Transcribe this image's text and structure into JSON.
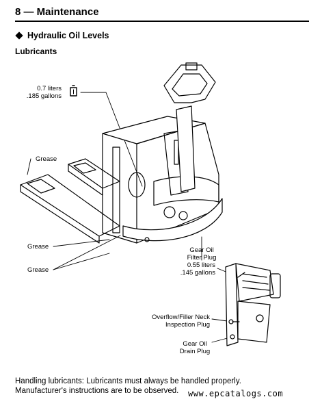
{
  "header": {
    "title": "8 — Maintenance"
  },
  "section": {
    "title": "Hydraulic Oil Levels"
  },
  "subsection": {
    "title": "Lubricants"
  },
  "labels": {
    "oil_volume_l": "0.7 liters",
    "oil_volume_gal": ".185 gallons",
    "grease_top": "Grease",
    "grease_mid": "Grease",
    "grease_bottom": "Grease",
    "gear_filter_1": "Gear Oil",
    "gear_filter_2": "Filter Plug",
    "gear_liters": "0.55 liters",
    "gear_gallons": ".145 gallons",
    "overflow_1": "Overflow/Filler Neck",
    "overflow_2": "Inspection Plug",
    "drain_1": "Gear Oil",
    "drain_2": "Drain Plug"
  },
  "footer": {
    "line1": "Handling lubricants: Lubricants must always be handled properly.",
    "line2": "Manufacturer's instructions are to be observed."
  },
  "watermark": "www.epcatalogs.com",
  "icons": {
    "oil": "oil-can-icon",
    "bullet": "diamond-bullet-icon"
  }
}
